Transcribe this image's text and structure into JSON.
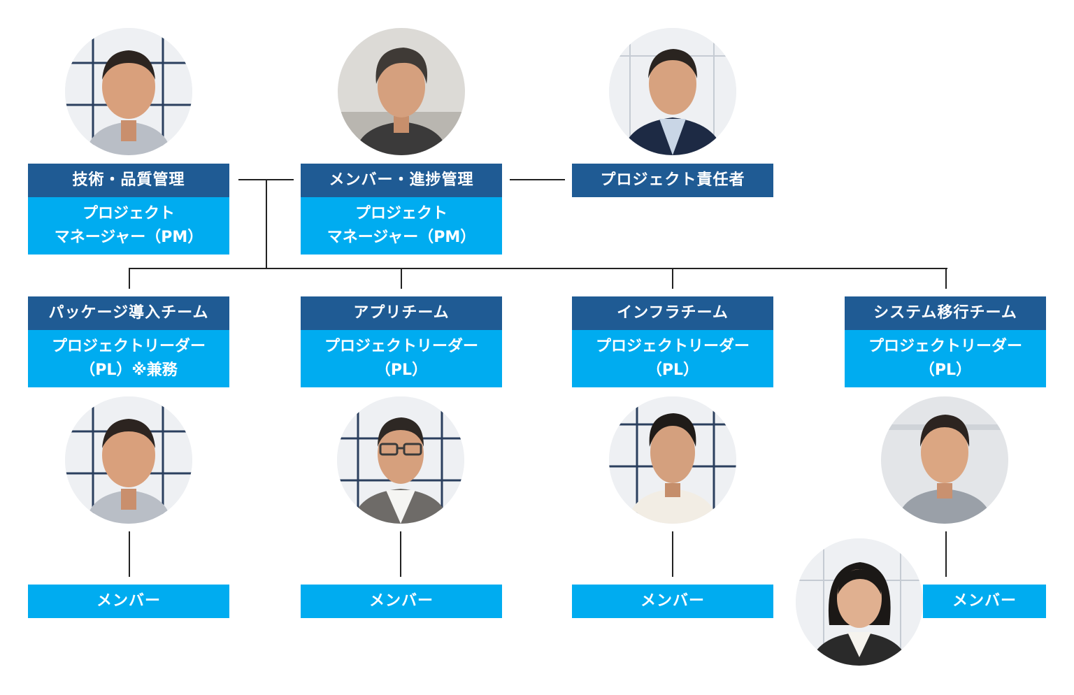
{
  "top": [
    {
      "head": "技術・品質管理",
      "role_line1": "プロジェクト",
      "role_line2": "マネージャー（PM）"
    },
    {
      "head": "メンバー・進捗管理",
      "role_line1": "プロジェクト",
      "role_line2": "マネージャー（PM）"
    },
    {
      "head": "プロジェクト責任者"
    }
  ],
  "teams": [
    {
      "head": "パッケージ導入チーム",
      "role_line1": "プロジェクトリーダー",
      "role_line2": "（PL）※兼務",
      "member": "メンバー"
    },
    {
      "head": "アプリチーム",
      "role_line1": "プロジェクトリーダー",
      "role_line2": "（PL）",
      "member": "メンバー"
    },
    {
      "head": "インフラチーム",
      "role_line1": "プロジェクトリーダー",
      "role_line2": "（PL）",
      "member": "メンバー"
    },
    {
      "head": "システム移行チーム",
      "role_line1": "プロジェクトリーダー",
      "role_line2": "（PL）",
      "member": "メンバー"
    }
  ],
  "colors": {
    "header_navy": "#1f5b94",
    "role_blue": "#00acf0",
    "line": "#222222"
  }
}
